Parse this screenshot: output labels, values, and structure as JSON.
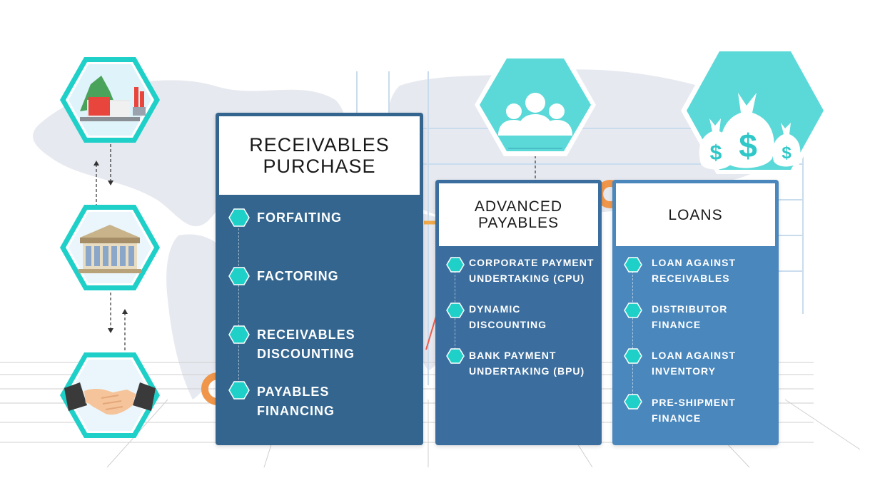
{
  "colors": {
    "teal": "#1fd0c8",
    "card1": "#33658f",
    "card2": "#3b6e9e",
    "card3": "#4a87bd",
    "accent_orange": "#f0964a"
  },
  "icons": [
    "factory-icon",
    "bank-building-icon",
    "handshake-icon",
    "people-group-icon",
    "money-bags-icon"
  ],
  "cards": [
    {
      "title": "RECEIVABLES PURCHASE",
      "items": [
        "FORFAITING",
        "FACTORING",
        "RECEIVABLES DISCOUNTING",
        "PAYABLES FINANCING"
      ]
    },
    {
      "title": "ADVANCED PAYABLES",
      "items": [
        "CORPORATE PAYMENT UNDERTAKING (CPU)",
        "DYNAMIC DISCOUNTING",
        "BANK PAYMENT UNDERTAKING (BPU)"
      ]
    },
    {
      "title": "LOANS",
      "items": [
        "LOAN AGAINST RECEIVABLES",
        "DISTRIBUTOR FINANCE",
        "LOAN AGAINST INVENTORY",
        "PRE-SHIPMENT FINANCE"
      ]
    }
  ]
}
